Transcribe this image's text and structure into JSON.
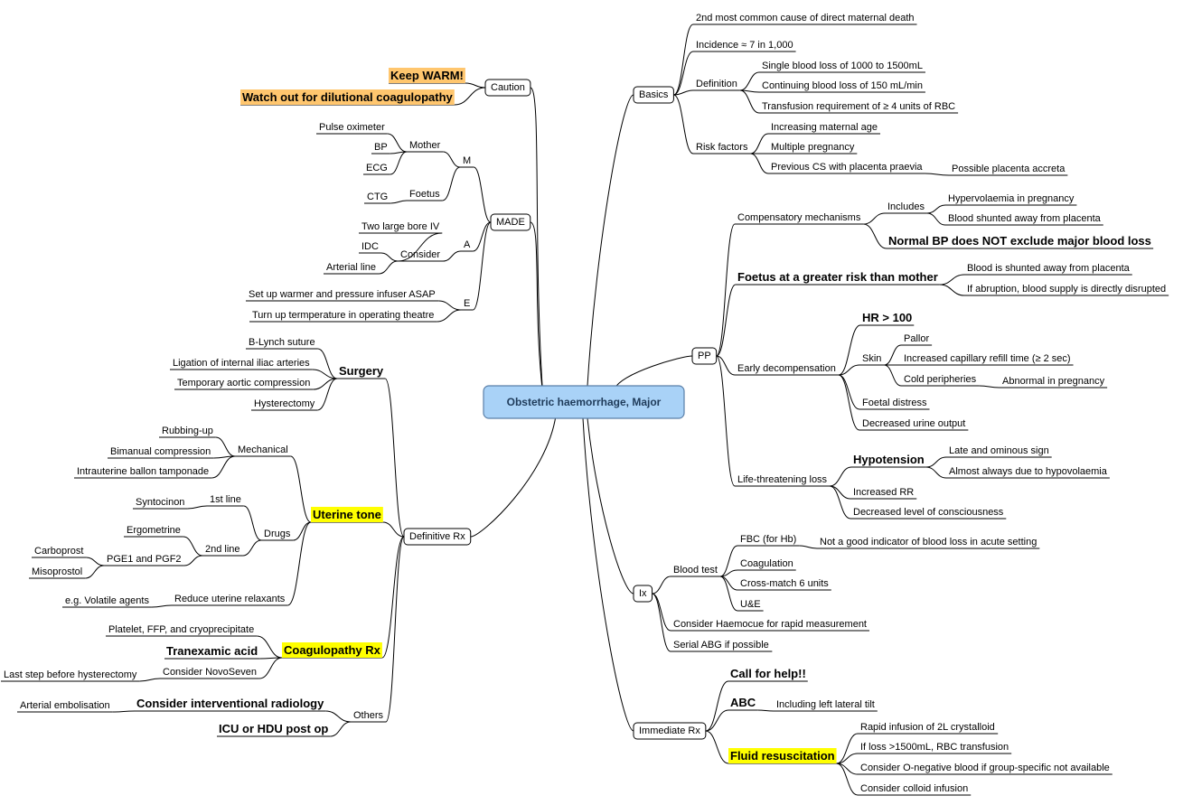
{
  "center": "Obstetric haemorrhage, Major",
  "colors": {
    "center_fill": "#a9d2f7",
    "center_stroke": "#5a7fa8",
    "yellow": "#ffff00",
    "orange": "#ffc66e",
    "line": "#000000"
  },
  "nodes": {
    "caution": "Caution",
    "keep_warm": "Keep WARM!",
    "dilutional": "Watch out for dilutional coagulopathy",
    "made": "MADE",
    "m": "M",
    "mother": "Mother",
    "pulse_ox": "Pulse oximeter",
    "bp": "BP",
    "ecg": "ECG",
    "foetus": "Foetus",
    "ctg": "CTG",
    "a": "A",
    "consider": "Consider",
    "two_iv": "Two large bore IV",
    "idc": "IDC",
    "art_line": "Arterial line",
    "e": "E",
    "warmer": "Set up warmer and pressure infuser ASAP",
    "theatre_temp": "Turn up termperature in operating theatre",
    "definitive": "Definitive Rx",
    "surgery": "Surgery",
    "blynch": "B-Lynch suture",
    "ligation": "Ligation of internal iliac arteries",
    "aortic": "Temporary aortic compression",
    "hysterectomy": "Hysterectomy",
    "uterine_tone": "Uterine tone",
    "mechanical": "Mechanical",
    "rubbing": "Rubbing-up",
    "bimanual": "Bimanual compression",
    "balloon": "Intrauterine ballon tamponade",
    "drugs": "Drugs",
    "first_line": "1st line",
    "syntocinon": "Syntocinon",
    "second_line": "2nd line",
    "ergometrine": "Ergometrine",
    "pge": "PGE1 and PGF2",
    "carboprost": "Carboprost",
    "misoprostol": "Misoprostol",
    "reduce_relax": "Reduce uterine relaxants",
    "volatile": "e.g. Volatile agents",
    "coag_rx": "Coagulopathy Rx",
    "platelet": "Platelet, FFP, and cryoprecipitate",
    "tranexamic": "Tranexamic acid",
    "novoseven": "Consider NovoSeven",
    "last_step": "Last step before hysterectomy",
    "others": "Others",
    "interventional": "Consider interventional radiology",
    "embolisation": "Arterial embolisation",
    "icu": "ICU or HDU post op",
    "basics": "Basics",
    "second_cause": "2nd most common cause of direct maternal death",
    "incidence": "Incidence ≈ 7 in 1,000",
    "definition": "Definition",
    "single_loss": "Single blood loss of 1000 to 1500mL",
    "continuing_loss": "Continuing blood loss of 150 mL/min",
    "transfusion_req": "Transfusion requirement of ≥ 4 units of RBC",
    "risk": "Risk factors",
    "maternal_age": "Increasing maternal age",
    "multiple": "Multiple pregnancy",
    "prev_cs": "Previous CS with placenta praevia",
    "accreta": "Possible placenta accreta",
    "pp": "PP",
    "comp": "Compensatory mechanisms",
    "includes": "Includes",
    "hypervol": "Hypervolaemia in pregnancy",
    "shunted": "Blood shunted away from placenta",
    "normal_bp": "Normal BP does NOT exclude major blood loss",
    "foetus_risk": "Foetus at a greater risk than mother",
    "shunted2": "Blood is shunted away from placenta",
    "abruption": "If abruption, blood supply is directly disrupted",
    "early_decomp": "Early decompensation",
    "hr": "HR > 100",
    "skin": "Skin",
    "pallor": "Pallor",
    "cap_refill": "Increased capillary refill time (≥ 2 sec)",
    "cold_periph": "Cold peripheries",
    "abnormal_preg": "Abnormal in pregnancy",
    "foetal_distress": "Foetal distress",
    "urine": "Decreased urine output",
    "life_threat": "Life-threatening loss",
    "hypotension": "Hypotension",
    "late_sign": "Late and ominous sign",
    "always_hypovol": "Almost always due to hypovolaemia",
    "incr_rr": "Increased RR",
    "decr_conc": "Decreased level of consciousness",
    "ix": "Ix",
    "blood_test": "Blood test",
    "fbc": "FBC (for Hb)",
    "not_good": "Not a good indicator of blood loss in acute setting",
    "coag": "Coagulation",
    "crossmatch": "Cross-match 6 units",
    "ue": "U&E",
    "haemocue": "Consider Haemocue for rapid measurement",
    "abg": "Serial ABG if possible",
    "immediate": "Immediate Rx",
    "call_help": "Call for help!!",
    "abc": "ABC",
    "lateral_tilt": "Including left lateral tilt",
    "fluid": "Fluid resuscitation",
    "rapid_inf": "Rapid infusion of 2L crystalloid",
    "loss_1500": "If loss >1500mL, RBC transfusion",
    "oneg": "Consider O-negative blood if group-specific not available",
    "colloid": "Consider colloid infusion"
  }
}
